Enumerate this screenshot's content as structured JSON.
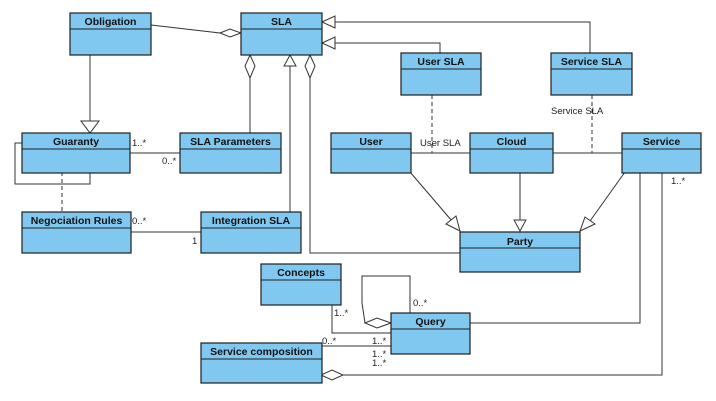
{
  "classes": {
    "obligation": "Obligation",
    "sla": "SLA",
    "user_sla": "User SLA",
    "service_sla": "Service SLA",
    "guaranty": "Guaranty",
    "sla_parameters": "SLA Parameters",
    "user": "User",
    "cloud": "Cloud",
    "service": "Service",
    "negociation_rules": "Negociation Rules",
    "integration_sla": "Integration SLA",
    "party": "Party",
    "concepts": "Concepts",
    "query": "Query",
    "service_composition": "Service composition"
  },
  "edge_labels": {
    "user_sla_assoc": "User SLA",
    "service_sla_assoc": "Service SLA"
  },
  "multiplicities": {
    "guaranty_to_params_src": "1..*",
    "guaranty_to_params_dst": "0..*",
    "negociation_to_integration_src": "0..*",
    "negociation_to_integration_dst": "1",
    "service_multiplicity": "1..*",
    "query_self": "0..*",
    "concepts_query_src": "1..*",
    "concepts_query_dst": "1..*",
    "servcomp_query_src": "0..*",
    "servcomp_query_dst": "1..*",
    "servcomp_service": "1..*"
  }
}
